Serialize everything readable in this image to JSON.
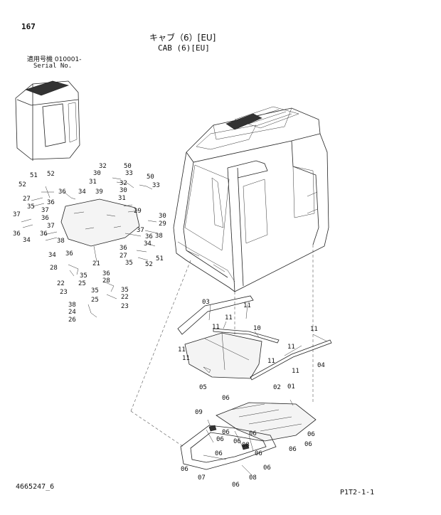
{
  "header": {
    "page_number": "167",
    "title_jp": "キャブ（6）[EU]",
    "title_en": "CAB (6)[EU]",
    "serial_label_jp": "適用号機 010001-",
    "serial_label_en": "Serial No."
  },
  "footer": {
    "document_number": "4665247_6",
    "reference_code": "P1T2-1-1"
  },
  "callouts": [
    {
      "id": "c32a",
      "label": "32"
    },
    {
      "id": "c50a",
      "label": "50"
    },
    {
      "id": "c30a",
      "label": "30"
    },
    {
      "id": "c33a",
      "label": "33"
    },
    {
      "id": "c31a",
      "label": "31"
    },
    {
      "id": "c34a",
      "label": "34"
    },
    {
      "id": "c39",
      "label": "39"
    },
    {
      "id": "c36a",
      "label": "36"
    },
    {
      "id": "c51a",
      "label": "51"
    },
    {
      "id": "c52a",
      "label": "52"
    },
    {
      "id": "c52b",
      "label": "52"
    },
    {
      "id": "c27a",
      "label": "27"
    },
    {
      "id": "c35a",
      "label": "35"
    },
    {
      "id": "c36b",
      "label": "36"
    },
    {
      "id": "c37a",
      "label": "37"
    },
    {
      "id": "c37b",
      "label": "37"
    },
    {
      "id": "c36c",
      "label": "36"
    },
    {
      "id": "c36d",
      "label": "36"
    },
    {
      "id": "c34b",
      "label": "34"
    },
    {
      "id": "c37c",
      "label": "37"
    },
    {
      "id": "c36e",
      "label": "36"
    },
    {
      "id": "c38a",
      "label": "38"
    },
    {
      "id": "c34c",
      "label": "34"
    },
    {
      "id": "c50b",
      "label": "50"
    },
    {
      "id": "c32b",
      "label": "32"
    },
    {
      "id": "c33b",
      "label": "33"
    },
    {
      "id": "c30b",
      "label": "30"
    },
    {
      "id": "c31b",
      "label": "31"
    },
    {
      "id": "c29a",
      "label": "29"
    },
    {
      "id": "c30c",
      "label": "30"
    },
    {
      "id": "c29b",
      "label": "29"
    },
    {
      "id": "c37d",
      "label": "37"
    },
    {
      "id": "c36f",
      "label": "36"
    },
    {
      "id": "c38b",
      "label": "38"
    },
    {
      "id": "c34d",
      "label": "34"
    },
    {
      "id": "c36g",
      "label": "36"
    },
    {
      "id": "c27b",
      "label": "27"
    },
    {
      "id": "c51b",
      "label": "51"
    },
    {
      "id": "c35b",
      "label": "35"
    },
    {
      "id": "c52c",
      "label": "52"
    },
    {
      "id": "c21",
      "label": "21"
    },
    {
      "id": "c36h",
      "label": "36"
    },
    {
      "id": "c28a",
      "label": "28"
    },
    {
      "id": "c35c",
      "label": "35"
    },
    {
      "id": "c22a",
      "label": "22"
    },
    {
      "id": "c25a",
      "label": "25"
    },
    {
      "id": "c23a",
      "label": "23"
    },
    {
      "id": "c36i",
      "label": "36"
    },
    {
      "id": "c28b",
      "label": "28"
    },
    {
      "id": "c35d",
      "label": "35"
    },
    {
      "id": "c35e",
      "label": "35"
    },
    {
      "id": "c22b",
      "label": "22"
    },
    {
      "id": "c25b",
      "label": "25"
    },
    {
      "id": "c23b",
      "label": "23"
    },
    {
      "id": "c38c",
      "label": "38"
    },
    {
      "id": "c24",
      "label": "24"
    },
    {
      "id": "c26",
      "label": "26"
    },
    {
      "id": "c03",
      "label": "03"
    },
    {
      "id": "c11a",
      "label": "11"
    },
    {
      "id": "c11b",
      "label": "11"
    },
    {
      "id": "c10",
      "label": "10"
    },
    {
      "id": "c11c",
      "label": "11"
    },
    {
      "id": "c11d",
      "label": "11"
    },
    {
      "id": "c11e",
      "label": "11"
    },
    {
      "id": "c11f",
      "label": "11"
    },
    {
      "id": "c11g",
      "label": "11"
    },
    {
      "id": "c11h",
      "label": "11"
    },
    {
      "id": "c04",
      "label": "04"
    },
    {
      "id": "c05",
      "label": "05"
    },
    {
      "id": "c02",
      "label": "02"
    },
    {
      "id": "c11i",
      "label": "11"
    },
    {
      "id": "c06a",
      "label": "06"
    },
    {
      "id": "c01",
      "label": "01"
    },
    {
      "id": "c09",
      "label": "09"
    },
    {
      "id": "c06b",
      "label": "06"
    },
    {
      "id": "c06c",
      "label": "06"
    },
    {
      "id": "c06d",
      "label": "06"
    },
    {
      "id": "c08a",
      "label": "08"
    },
    {
      "id": "c06e",
      "label": "06"
    },
    {
      "id": "c06f",
      "label": "06"
    },
    {
      "id": "c06g",
      "label": "06"
    },
    {
      "id": "c06h",
      "label": "06"
    },
    {
      "id": "c06i",
      "label": "06"
    },
    {
      "id": "c06j",
      "label": "06"
    },
    {
      "id": "c07",
      "label": "07"
    },
    {
      "id": "c06k",
      "label": "06"
    },
    {
      "id": "c06l",
      "label": "06"
    },
    {
      "id": "c08b",
      "label": "08"
    },
    {
      "id": "c06m",
      "label": "06"
    }
  ]
}
